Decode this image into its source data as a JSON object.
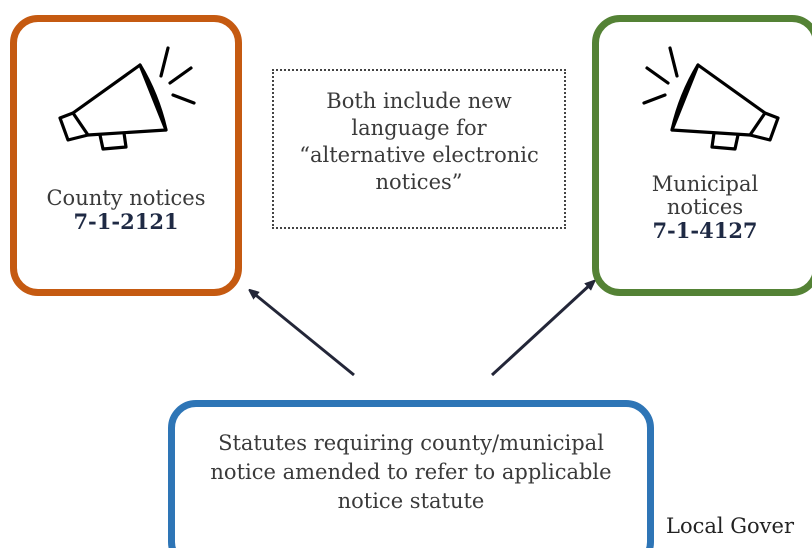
{
  "county": {
    "label": "County notices",
    "statute": "7-1-2121",
    "color": "#c55a11",
    "icon": "megaphone-icon"
  },
  "municipal": {
    "label_line1": "Municipal",
    "label_line2": "notices",
    "statute": "7-1-4127",
    "color": "#548235",
    "icon": "megaphone-icon"
  },
  "note": {
    "line1": "Both include new",
    "line2": "language for",
    "line3": "“alternative electronic",
    "line4": "notices”"
  },
  "statutes": {
    "line1": "Statutes requiring county/municipal",
    "line2": "notice amended to refer to applicable",
    "line3": "notice statute",
    "color": "#2e75b6"
  },
  "footer": {
    "text": "Local Gover"
  }
}
